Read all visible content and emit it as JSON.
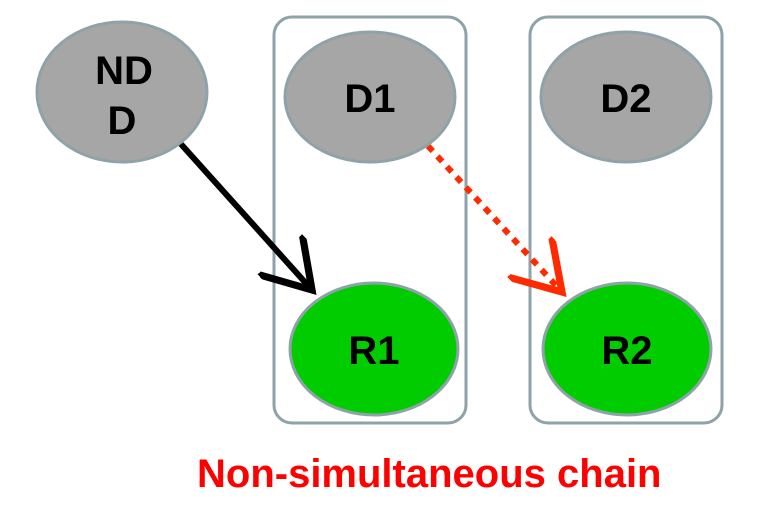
{
  "nodes": {
    "ndd": {
      "line1": "ND",
      "line2": "D",
      "fill": "#a6a6a6"
    },
    "d1": {
      "label": "D1",
      "fill": "#a6a6a6"
    },
    "d2": {
      "label": "D2",
      "fill": "#a6a6a6"
    },
    "r1": {
      "label": "R1",
      "fill": "#00cc00"
    },
    "r2": {
      "label": "R2",
      "fill": "#00cc00"
    }
  },
  "caption": {
    "text": "Non-simultaneous chain",
    "color": "#ff0000"
  },
  "colors": {
    "node_stroke": "#8ea3a9",
    "box_stroke": "#8ea3a9",
    "solid_arrow": "#000000",
    "dashed_arrow": "#ff2a00"
  }
}
